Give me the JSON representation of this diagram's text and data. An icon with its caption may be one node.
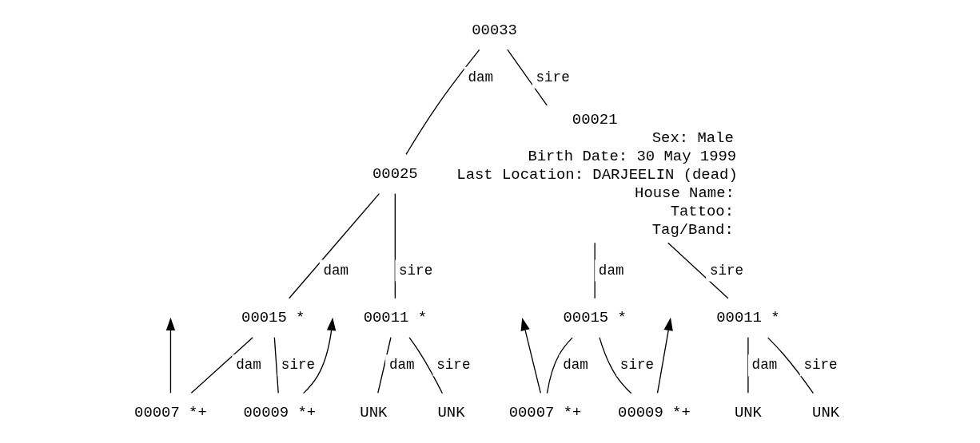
{
  "diagram": {
    "nodes": [
      {
        "text": [
          "00007 *+"
        ]
      },
      {
        "text": [
          "00009 *+"
        ]
      },
      {
        "text": [
          "UNK"
        ]
      },
      {
        "text": [
          "UNK"
        ]
      },
      {
        "text": [
          "00015 *"
        ]
      },
      {
        "text": [
          "00011 *"
        ]
      },
      {
        "text": [
          "00025"
        ]
      },
      {
        "text": [
          "00007 *+"
        ]
      },
      {
        "text": [
          "00009 *+"
        ]
      },
      {
        "text": [
          "UNK"
        ]
      },
      {
        "text": [
          "UNK"
        ]
      },
      {
        "text": [
          "00015 *"
        ]
      },
      {
        "text": [
          "00011 *"
        ]
      },
      {
        "text": [
          "00021"
        ],
        "beside": [
          "Sex: Male",
          "Birth Date: 30 May 1999",
          "Last Location: DARJEELIN (dead)",
          "House Name:",
          "Tattoo:",
          "Tag/Band:"
        ]
      },
      {
        "text": [
          "00033"
        ]
      }
    ],
    "edges": [
      {
        "from": 0,
        "to": null,
        "arrow": "to"
      },
      {
        "from": 1,
        "to": null,
        "arrow": "to"
      },
      {
        "from": 7,
        "to": null,
        "arrow": "to"
      },
      {
        "from": 8,
        "to": null,
        "arrow": "to"
      },
      {
        "from": 0,
        "to": 4,
        "arrow": "none",
        "label": "dam"
      },
      {
        "from": 1,
        "to": 4,
        "arrow": "none",
        "label": "sire"
      },
      {
        "from": 2,
        "to": 5,
        "arrow": "none",
        "label": "dam"
      },
      {
        "from": 3,
        "to": 5,
        "arrow": "none",
        "label": "sire"
      },
      {
        "from": 4,
        "to": 6,
        "arrow": "none",
        "label": "dam"
      },
      {
        "from": 5,
        "to": 6,
        "arrow": "none",
        "label": "sire"
      },
      {
        "from": 7,
        "to": 11,
        "arrow": "none",
        "label": "dam"
      },
      {
        "from": 8,
        "to": 11,
        "arrow": "none",
        "label": "sire"
      },
      {
        "from": 9,
        "to": 12,
        "arrow": "none",
        "label": "dam"
      },
      {
        "from": 10,
        "to": 12,
        "arrow": "none",
        "label": "sire"
      },
      {
        "from": 11,
        "to": 13,
        "arrow": "none",
        "label": "dam"
      },
      {
        "from": 12,
        "to": 13,
        "arrow": "none",
        "label": "sire"
      },
      {
        "from": 6,
        "to": 14,
        "arrow": "none",
        "label": "dam"
      },
      {
        "from": 13,
        "to": 14,
        "arrow": "none",
        "label": "sire"
      }
    ]
  }
}
